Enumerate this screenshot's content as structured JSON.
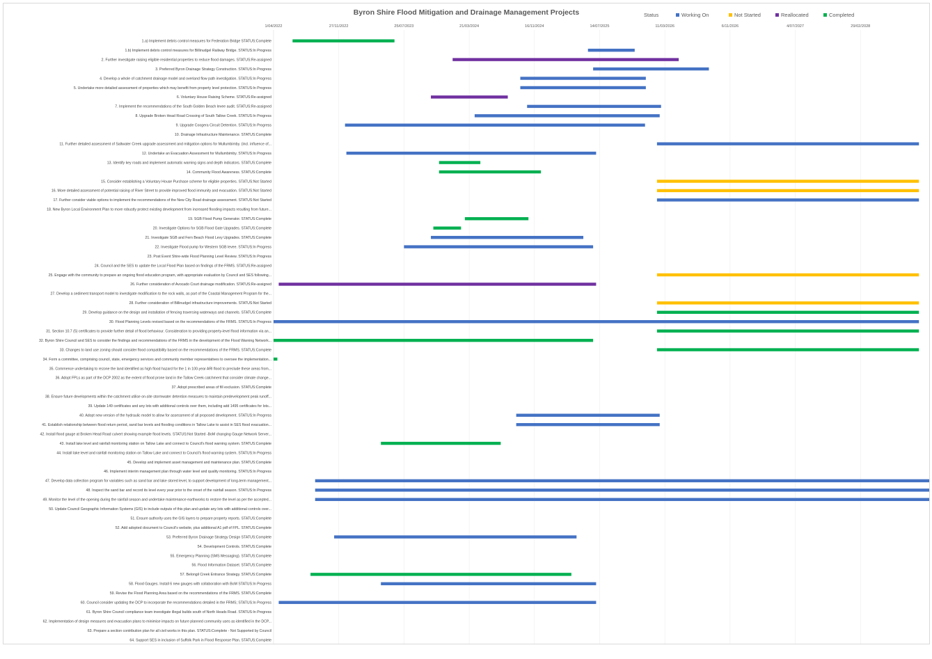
{
  "chart_data": {
    "type": "bar",
    "orientation": "horizontal-gantt",
    "title": "Byron Shire Flood Mitigation and Drainage Management Projects",
    "legend": {
      "title": "Status",
      "placement": "top-right",
      "entries": [
        {
          "name": "Working On",
          "color": "#4472c4"
        },
        {
          "name": "Not Started",
          "color": "#ffc000"
        },
        {
          "name": "Reallocated",
          "color": "#7030a0"
        },
        {
          "name": "Completed",
          "color": "#00b050"
        }
      ]
    },
    "x_axis": {
      "type": "date",
      "min": "2022-04-01",
      "max": "2028-10-01",
      "tick_labels": [
        "1/04/2022",
        "27/11/2022",
        "25/07/2023",
        "21/03/2024",
        "16/11/2024",
        "14/07/2025",
        "11/03/2026",
        "6/11/2026",
        "4/07/2027",
        "29/02/2028"
      ],
      "tick_dates": [
        "2022-04-01",
        "2022-11-27",
        "2023-07-25",
        "2024-03-21",
        "2024-11-16",
        "2025-07-14",
        "2026-03-11",
        "2026-11-06",
        "2027-07-04",
        "2028-02-29"
      ],
      "grid": true
    },
    "tasks": [
      {
        "label": "1.a) Implement debris control measures for Federation Bridge STATUS:Complete",
        "status": "Completed",
        "start": "2022-06-10",
        "end": "2023-06-20"
      },
      {
        "label": "1.b) Implement debris control measures for Billinudgel Railway Bridge. STATUS:In Progress",
        "status": "Working On",
        "start": "2025-06-01",
        "end": "2025-11-20"
      },
      {
        "label": "2. Further investigate raising eligible residential properties to reduce flood damages. STATUS:Re-assigned",
        "status": "Reallocated",
        "start": "2024-01-20",
        "end": "2026-05-01"
      },
      {
        "label": "3. Preferred Byron Drainage Strategy Construction. STATUS:In Progress",
        "status": "Working On",
        "start": "2025-06-20",
        "end": "2026-08-20"
      },
      {
        "label": "4. Develop a whole of catchment drainage model and overland flow path investigation. STATUS:In Progress",
        "status": "Working On",
        "start": "2024-09-25",
        "end": "2025-12-31"
      },
      {
        "label": "5. Undertake more detailed assessment of properties which may benefit from property level protection. STATUS:In Progress",
        "status": "Working On",
        "start": "2024-09-25",
        "end": "2025-12-31"
      },
      {
        "label": "6. Voluntary House Raising Scheme. STATUS:Re-assigned",
        "status": "Reallocated",
        "start": "2023-11-01",
        "end": "2024-08-10"
      },
      {
        "label": "7. Implement the recommendations of the South Golden Beach levee audit. STATUS:Re-assigned",
        "status": "Working On",
        "start": "2024-10-20",
        "end": "2026-02-25"
      },
      {
        "label": "8. Upgrade Broken Head Road Crossing of South Tallow Creek. STATUS:In Progress",
        "status": "Working On",
        "start": "2024-04-10",
        "end": "2026-02-20"
      },
      {
        "label": "9. Upgrade Coogera Circuit Detention. STATUS:In Progress",
        "status": "Working On",
        "start": "2022-12-20",
        "end": "2025-12-28"
      },
      {
        "label": "10. Drainage Infrastructure Maintenance. STATUS:Complete",
        "status": "Completed",
        "start": "",
        "end": ""
      },
      {
        "label": "11. Further detailed assessment of Saltwater Creek upgrade assessment and mitigation options for Mullumbimby. (incl. influence of...",
        "status": "Working On",
        "start": "2026-02-10",
        "end": "2028-10-01"
      },
      {
        "label": "12. Undertake an Evacuation Assessment for Mullumbimby. STATUS:In Progress",
        "status": "Working On",
        "start": "2022-12-25",
        "end": "2025-07-01"
      },
      {
        "label": "13. Identify key roads and implement automatic warning signs and depth indicators. STATUS:Complete",
        "status": "Completed",
        "start": "2023-12-01",
        "end": "2024-05-01"
      },
      {
        "label": "14. Community Flood Awareness. STATUS:Complete",
        "status": "Completed",
        "start": "2023-12-01",
        "end": "2024-12-10"
      },
      {
        "label": "15. Consider establishing a Voluntary House Purchase scheme for eligible properties. STATUS:Not Started",
        "status": "Not Started",
        "start": "2026-02-10",
        "end": "2028-10-01"
      },
      {
        "label": "16. More detailed assessment of potential raising of River Street to provide improved flood immunity and evacuation. STATUS:Not Started",
        "status": "Not Started",
        "start": "2026-02-10",
        "end": "2028-10-01"
      },
      {
        "label": "17. Further consider viable options to implement the recommendations of the New City Road drainage assessment. STATUS:Not Started",
        "status": "Working On",
        "start": "2026-02-10",
        "end": "2028-10-01"
      },
      {
        "label": "18. New Byron Local Environment Plan to more robustly protect existing development from increased flooding impacts resulting from future...",
        "status": "Working On",
        "start": "",
        "end": ""
      },
      {
        "label": "19. SGB Flood Pump Generator. STATUS:Complete",
        "status": "Completed",
        "start": "2024-03-05",
        "end": "2024-10-25"
      },
      {
        "label": "20. Investigate Options for SGB Flood Gate Upgrades. STATUS:Complete",
        "status": "Completed",
        "start": "2023-11-10",
        "end": "2024-02-20"
      },
      {
        "label": "21. Investigate SGB and Fern Beach Flood Levy Upgrades. STATUS:Complete",
        "status": "Working On",
        "start": "2023-11-01",
        "end": "2025-05-15"
      },
      {
        "label": "22. Investigate Flood pump for Western SGB levee. STATUS:In Progress",
        "status": "Working On",
        "start": "2023-07-25",
        "end": "2025-06-20"
      },
      {
        "label": "23. Post Event Shire-wide Flood Planning Level Review. STATUS:In Progress",
        "status": "Working On",
        "start": "",
        "end": ""
      },
      {
        "label": "24. Council and the SES to update the Local Flood Plan based on findings of the FRMS. STATUS:Re-assigned",
        "status": "Reallocated",
        "start": "",
        "end": ""
      },
      {
        "label": "25. Engage with the community to prepare an ongoing flood education program, with appropriate evaluation by Council and SES following...",
        "status": "Not Started",
        "start": "2026-02-10",
        "end": "2028-10-01"
      },
      {
        "label": "26. Further consideration of Avocado Court drainage modification. STATUS:Re-assigned",
        "status": "Reallocated",
        "start": "2022-04-20",
        "end": "2025-07-01"
      },
      {
        "label": "27. Develop a sediment transport model to investigate modification to the rock walls, as part of the Coastal Management Program for the...",
        "status": "Working On",
        "start": "",
        "end": ""
      },
      {
        "label": "28. Further consideration of Billinudgel infrastructure improvements. STATUS:Not Started",
        "status": "Not Started",
        "start": "2026-02-10",
        "end": "2028-10-01"
      },
      {
        "label": "29. Develop guidance on the design and installation of fencing traversing waterways and channels. STATUS:Complete",
        "status": "Completed",
        "start": "2026-02-10",
        "end": "2028-10-01"
      },
      {
        "label": "30. Flood Planning Levels revised based on the recommendations of the FRMS. STATUS:In Progress",
        "status": "Working On",
        "start": "2022-04-01",
        "end": "2028-10-01"
      },
      {
        "label": "31. Section 10.7 (5) certificates to provide further detail of flood behaviour. Consideration to providing property-level flood information via an...",
        "status": "Completed",
        "start": "2026-02-10",
        "end": "2028-10-01"
      },
      {
        "label": "32. Byron Shire Council and SES to consider the findings and recommendations of the FRMS in the development of the Flood Warning Network...",
        "status": "Completed",
        "start": "2022-04-01",
        "end": "2025-06-20"
      },
      {
        "label": "33. Changes to land use zoning should consider flood compatibility based on the recommendations of the FRMS. STATUS:Complete",
        "status": "Completed",
        "start": "2026-02-10",
        "end": "2028-10-01"
      },
      {
        "label": "34. Form a committee, comprising council, state, emergency services and community member representatives to oversee the implementation...",
        "status": "Completed",
        "start": "2022-04-01",
        "end": "2022-04-15"
      },
      {
        "label": "35. Commence undertaking to rezone the land identified as high flood hazard for the 1 in 100-year ARI flood to preclude these areas from...",
        "status": "Working On",
        "start": "",
        "end": ""
      },
      {
        "label": "36. Adopt FPLs as part of the DCP 2002 as the extent of flood prone land in the Tallow Creek catchment that consider climate change...",
        "status": "Working On",
        "start": "",
        "end": ""
      },
      {
        "label": "37. Adopt prescribed areas of fill exclusion. STATUS:Complete",
        "status": "Completed",
        "start": "",
        "end": ""
      },
      {
        "label": "38. Ensure future developments within the catchment utilise on-site stormwater detention measures to maintain predevelopment peak runoff...",
        "status": "Working On",
        "start": "",
        "end": ""
      },
      {
        "label": "39. Update 149 certificates and any lots with additional controls over them, including add 1495 certificates for lots...",
        "status": "Working On",
        "start": "",
        "end": ""
      },
      {
        "label": "40. Adopt new version of the hydraulic model to allow for assessment of all proposed development. STATUS:In Progress",
        "status": "Working On",
        "start": "2024-09-10",
        "end": "2026-02-20"
      },
      {
        "label": "41. Establish relationship between flood return period, sand bar levels and flooding conditions in Tallow Lake to assist in SES flood evacuation...",
        "status": "Working On",
        "start": "2024-09-10",
        "end": "2026-02-20"
      },
      {
        "label": "42. Install flood gauge at Broken Head Road culvert showing example flood levels. STATUS:Not Started -BoM changing Gauge Network Server...",
        "status": "Not Started",
        "start": "",
        "end": ""
      },
      {
        "label": "43. Install lake level and rainfall monitoring station on Tallow Lake and connect to Council's flood warning system. STATUS:Complete",
        "status": "Completed",
        "start": "2023-05-01",
        "end": "2024-07-15"
      },
      {
        "label": "44. Install lake level and rainfall monitoring station on Tallow Lake and connect to Council's flood warning system. STATUS:In Progress",
        "status": "Working On",
        "start": "",
        "end": ""
      },
      {
        "label": "45. Develop and implement asset management and maintenance plan. STATUS:Complete",
        "status": "Completed",
        "start": "",
        "end": ""
      },
      {
        "label": "46. Implement interim management plan through water level and quality monitoring. STATUS:In Progress",
        "status": "Working On",
        "start": "",
        "end": ""
      },
      {
        "label": "47. Develop data collection program for variables such as sand bar and lake stored level, to support development of long-term management...",
        "status": "Working On",
        "start": "2022-09-01",
        "end": "2028-12-31"
      },
      {
        "label": "48. Inspect the sand bar and record its level every year prior to the onset of the rainfall season. STATUS:In Progress",
        "status": "Working On",
        "start": "2022-09-01",
        "end": "2028-12-31"
      },
      {
        "label": "49. Monitor the level of the opening during the rainfall season and undertake maintenance earthworks to restore the level as per the accepted...",
        "status": "Working On",
        "start": "2022-09-01",
        "end": "2028-12-31"
      },
      {
        "label": "50. Update Council Geographic Information Systems (GIS) to include outputs of this plan and update any lots with additional controls over...",
        "status": "Working On",
        "start": "",
        "end": ""
      },
      {
        "label": "51. Ensure authority uses the GIS layers to prepare property reports. STATUS:Complete",
        "status": "Completed",
        "start": "",
        "end": ""
      },
      {
        "label": "52. Add adopted document to Council's website, plus additional A1 pdf of FPL. STATUS:Complete",
        "status": "Completed",
        "start": "",
        "end": ""
      },
      {
        "label": "53. Preferred Byron Drainage Strategy Design STATUS:Complete",
        "status": "Working On",
        "start": "2022-11-10",
        "end": "2025-04-20"
      },
      {
        "label": "54. Development Controls. STATUS:Complete",
        "status": "Completed",
        "start": "",
        "end": ""
      },
      {
        "label": "55. Emergency Planning (SMS Messaging). STATUS:Complete",
        "status": "Completed",
        "start": "",
        "end": ""
      },
      {
        "label": "56. Flood Information Dataset. STATUS:Complete",
        "status": "Completed",
        "start": "",
        "end": ""
      },
      {
        "label": "57. Belongil Creek Entrance Strategy. STATUS:Complete",
        "status": "Completed",
        "start": "2022-08-15",
        "end": "2025-04-01"
      },
      {
        "label": "58. Flood Gauges. Install 6 new gauges with collaboration with BoM STATUS:In Progress",
        "status": "Working On",
        "start": "2023-05-01",
        "end": "2025-07-01"
      },
      {
        "label": "59. Revise the Flood Planning Area based on the recommendations of the FRMS. STATUS:Complete",
        "status": "Completed",
        "start": "",
        "end": ""
      },
      {
        "label": "60. Council consider updating the DCP to incorporate the recommendations detailed in the FRMS; STATUS:In Progress",
        "status": "Working On",
        "start": "2022-04-20",
        "end": "2025-07-01"
      },
      {
        "label": "61. Byron Shire Council compliance team investigate illegal builds south of North Heads Road. STATUS:In Progress",
        "status": "Working On",
        "start": "",
        "end": ""
      },
      {
        "label": "62. Implementation of design measures and evacuation plans to minimise impacts on future planned community uses as identified in the DCP...",
        "status": "Working On",
        "start": "",
        "end": ""
      },
      {
        "label": "63. Prepare a section contribution plan for all civil works in this plan. STATUS:Complete - Not Supported by Council",
        "status": "Completed",
        "start": "",
        "end": ""
      },
      {
        "label": "64. Support SES in inclusion of Suffolk Park in Flood Response Plan. STATUS:Complete",
        "status": "Completed",
        "start": "",
        "end": ""
      }
    ]
  }
}
